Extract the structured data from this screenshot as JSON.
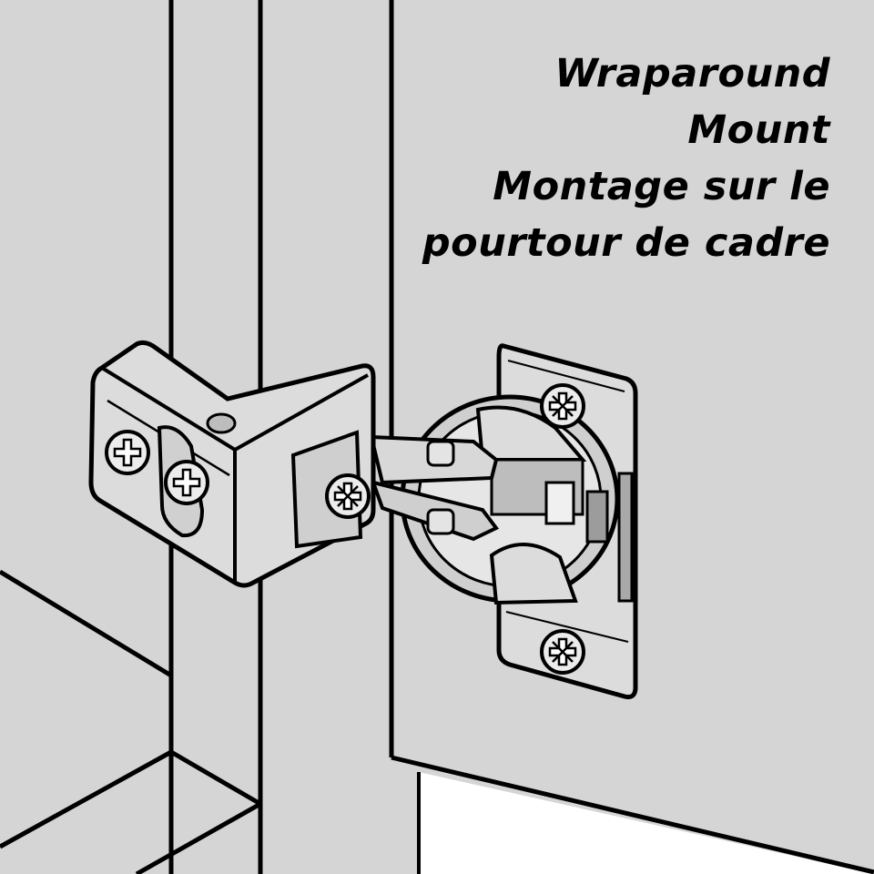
{
  "caption": {
    "line1": "Wraparound",
    "line2": "Mount",
    "line3": "Montage sur le",
    "line4": "pourtour de cadre"
  },
  "colors": {
    "background": "#d5d5d5",
    "outline": "#000000",
    "hinge_metal": "#dcdcdc",
    "hinge_shadow": "#a9a9a9",
    "floor_white": "#ffffff"
  },
  "icons": [
    "phillips-screw-icon",
    "pozidriv-screw-icon"
  ]
}
